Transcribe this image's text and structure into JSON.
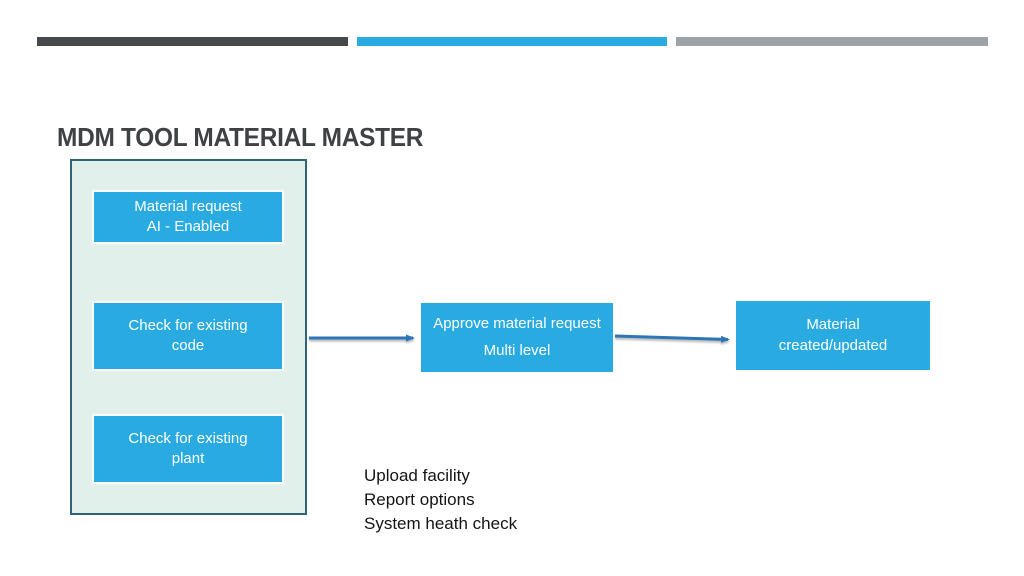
{
  "slide": {
    "title": "MDM TOOL MATERIAL MASTER"
  },
  "decor": {
    "top_bars": [
      {
        "name": "dark-bar",
        "color": "#45494C"
      },
      {
        "name": "cyan-bar",
        "color": "#29ABE2"
      },
      {
        "name": "gray-bar",
        "color": "#9EA3A8"
      }
    ]
  },
  "diagram": {
    "mdm_group": {
      "steps": [
        {
          "lines": [
            "Material request",
            "AI - Enabled"
          ]
        },
        {
          "lines": [
            "Check for existing",
            "code"
          ]
        },
        {
          "lines": [
            "Check for existing",
            "plant"
          ]
        }
      ]
    },
    "approve_box": {
      "lines": [
        "Approve material request",
        "Multi level"
      ]
    },
    "result_box": {
      "lines": [
        "Material",
        "created/updated"
      ]
    },
    "colors": {
      "box_fill": "#29ABE2",
      "box_text": "#FFFFFF",
      "group_fill": "#E2F0EB",
      "group_border": "#2E6474",
      "arrow": "#2E75B6",
      "title_text": "#3F4245"
    }
  },
  "notes": {
    "items": [
      "Upload facility",
      "Report options",
      "System heath check"
    ]
  }
}
